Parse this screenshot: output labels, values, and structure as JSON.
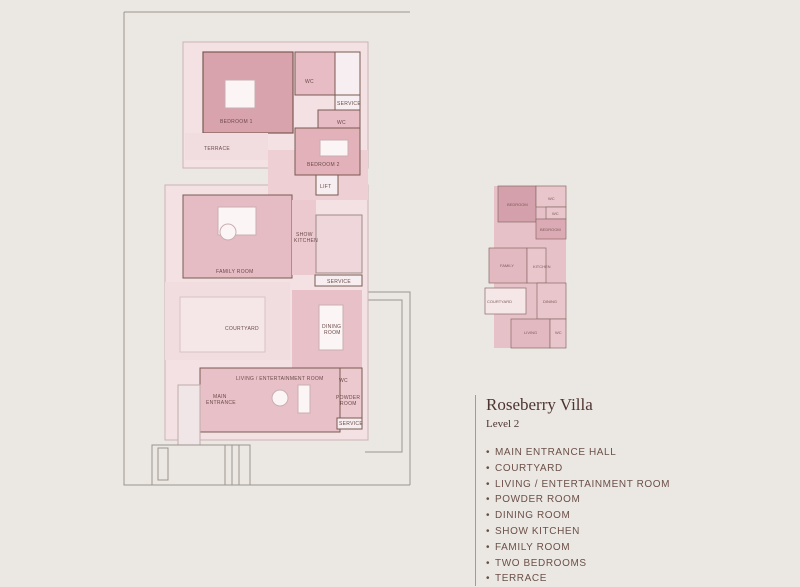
{
  "plan": {
    "rooms": {
      "bedroom1": "BEDROOM 1",
      "terrace": "TERRACE",
      "wc1": "WC",
      "service1": "SERVICE",
      "wc2": "WC",
      "bedroom2": "BEDROOM 2",
      "lift": "LIFT",
      "family": "FAMILY ROOM",
      "show_kitchen_1": "SHOW",
      "show_kitchen_2": "KITCHEN",
      "service2": "SERVICE",
      "courtyard": "COURTYARD",
      "dining_1": "DINING",
      "dining_2": "ROOM",
      "living": "LIVING / ENTERTAINMENT ROOM",
      "entrance_1": "MAIN",
      "entrance_2": "ENTRANCE",
      "wc3": "WC",
      "powder_1": "POWDER",
      "powder_2": "ROOM",
      "service3": "SERVICE"
    }
  },
  "key_plan": {
    "bedroom_a": "BEDROOM",
    "wc_a": "WC",
    "wc_b": "WC",
    "bedroom_b": "BEDROOM",
    "family": "FAMILY",
    "kitchen": "KITCHEN",
    "courtyard": "COURTYARD",
    "dining": "DINING",
    "living": "LIVING",
    "wc_c": "WC"
  },
  "info": {
    "title": "Roseberry Villa",
    "level": "Level 2",
    "features": [
      "MAIN ENTRANCE HALL",
      "COURTYARD",
      "LIVING / ENTERTAINMENT ROOM",
      "POWDER ROOM",
      "DINING ROOM",
      "SHOW KITCHEN",
      "FAMILY ROOM",
      "TWO BEDROOMS",
      "TERRACE"
    ]
  }
}
